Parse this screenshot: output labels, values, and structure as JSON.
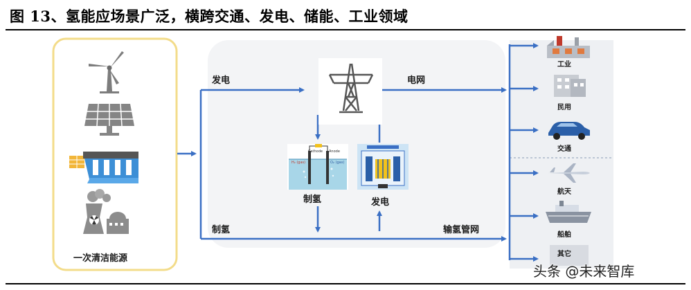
{
  "title": "图 13、氢能应场景广泛，横跨交通、发电、储能、工业领域",
  "sources": {
    "label": "一次清洁能源",
    "icons": [
      "wind-turbine-icon",
      "solar-panel-icon",
      "hydro-dam-icon",
      "nuclear-plant-icon"
    ]
  },
  "flows": {
    "top_label": "发电",
    "bottom_label": "制氢",
    "grid_label": "电网",
    "pipeline_label": "输氢管网",
    "electrolysis_label": "制氢",
    "fuel_cell_label": "发电"
  },
  "electrolyzer": {
    "cathode": "Cathode",
    "anode": "Anode",
    "h2": "H₂ (gas)",
    "o2": "O₂ (gas)"
  },
  "applications": [
    {
      "label": "工业",
      "icon": "factory-icon"
    },
    {
      "label": "民用",
      "icon": "residential-building-icon"
    },
    {
      "label": "交通",
      "icon": "car-icon"
    },
    {
      "label": "航天",
      "icon": "airplane-icon"
    },
    {
      "label": "船舶",
      "icon": "ship-icon"
    },
    {
      "label": "其它",
      "icon": "other-icon"
    }
  ],
  "watermark": "头条 @未来智库",
  "colors": {
    "arrow": "#3a6fc4",
    "source_border": "#f3dc8a",
    "app_bg": "#dfe6ef"
  }
}
